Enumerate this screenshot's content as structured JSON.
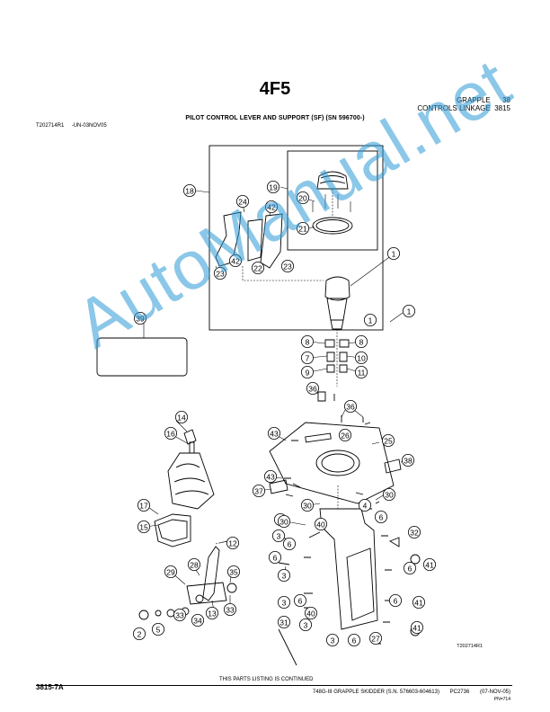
{
  "page_code": "4F5",
  "header": {
    "section": "GRAPPLE",
    "section_num": "38",
    "subsection": "CONTROLS LINKAGE",
    "subsection_num": "3815",
    "title": "PILOT CONTROL LEVER AND SUPPORT (SF) (SN 596700-)",
    "figure_ref": "T202714R1",
    "figure_date": "-UN-03NOV05"
  },
  "diagram": {
    "figure_label": "T202714R1",
    "callouts": [
      "1",
      "1",
      "1",
      "2",
      "3",
      "3",
      "3",
      "3",
      "3",
      "4",
      "4",
      "5",
      "6",
      "6",
      "6",
      "6",
      "6",
      "6",
      "6",
      "7",
      "8",
      "8",
      "9",
      "10",
      "11",
      "12",
      "13",
      "14",
      "15",
      "16",
      "17",
      "18",
      "19",
      "20",
      "21",
      "22",
      "23",
      "23",
      "24",
      "25",
      "26",
      "27",
      "28",
      "29",
      "30",
      "30",
      "30",
      "31",
      "32",
      "33",
      "33",
      "34",
      "35",
      "36",
      "36",
      "37",
      "38",
      "39",
      "40",
      "40",
      "41",
      "41",
      "41",
      "42",
      "42",
      "43",
      "43"
    ]
  },
  "watermark": "AutoManual.net",
  "footer": {
    "page_ref": "3815-7A",
    "continued": "THIS PARTS LISTING IS CONTINUED",
    "machine": "748G-III GRAPPLE SKIDDER (S.N. 576603-604613)",
    "catalog": "PC2736",
    "date": "(07-NOV-05)",
    "pn": "PN=714"
  }
}
